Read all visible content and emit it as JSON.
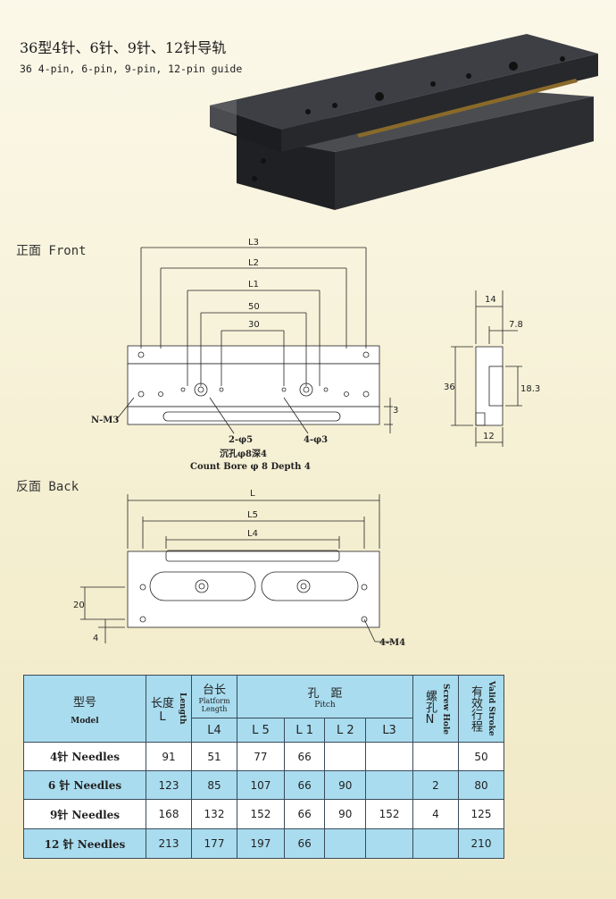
{
  "header": {
    "title_cn": "36型4针、6针、9针、12针导轨",
    "title_en": "36 4-pin, 6-pin, 9-pin, 12-pin guide"
  },
  "front": {
    "label": "正面 Front",
    "dims": {
      "L3": "L3",
      "L2": "L2",
      "L1": "L1",
      "d50": "50",
      "d30": "30",
      "d3": "3",
      "nm3": "N-M3",
      "holes2": "2-φ5",
      "holes4": "4-φ3",
      "bore_cn": "沉孔φ8深4",
      "bore_en": "Count Bore φ 8 Depth 4"
    },
    "side": {
      "d14": "14",
      "d78": "7.8",
      "d36": "36",
      "d183": "18.3",
      "d12": "12"
    }
  },
  "back": {
    "label": "反面 Back",
    "dims": {
      "L": "L",
      "L5": "L5",
      "L4": "L4",
      "d20": "20",
      "d4": "4",
      "m4": "4-M4"
    }
  },
  "table": {
    "headers": {
      "model_cn": "型号",
      "model_en": "Model",
      "length_cn": "长度",
      "length_l": "L",
      "length_en": "Length",
      "platform_cn": "台长",
      "platform_en": "Platform Length",
      "platform_sub": "L4",
      "pitch_cn": "孔　距",
      "pitch_en": "Pitch",
      "pitch_cols": [
        "L 5",
        "L 1",
        "L 2",
        "L3"
      ],
      "screw_cn": "螺孔",
      "screw_n": "N",
      "screw_en": "Screw Hole",
      "stroke_cn": "有效行程",
      "stroke_en": "Valid Stroke"
    },
    "rows": [
      {
        "model": "4针 Needles",
        "L": "91",
        "L4": "51",
        "L5": "77",
        "L1": "66",
        "L2": "",
        "L3": "",
        "N": "",
        "stroke": "50"
      },
      {
        "model": "6 针 Needles",
        "L": "123",
        "L4": "85",
        "L5": "107",
        "L1": "66",
        "L2": "90",
        "L3": "",
        "N": "2",
        "stroke": "80"
      },
      {
        "model": "9针 Needles",
        "L": "168",
        "L4": "132",
        "L5": "152",
        "L1": "66",
        "L2": "90",
        "L3": "152",
        "N": "4",
        "stroke": "125"
      },
      {
        "model": "12 针 Needles",
        "L": "213",
        "L4": "177",
        "L5": "197",
        "L1": "66",
        "L2": "",
        "L3": "",
        "N": "",
        "stroke": "210"
      }
    ]
  }
}
